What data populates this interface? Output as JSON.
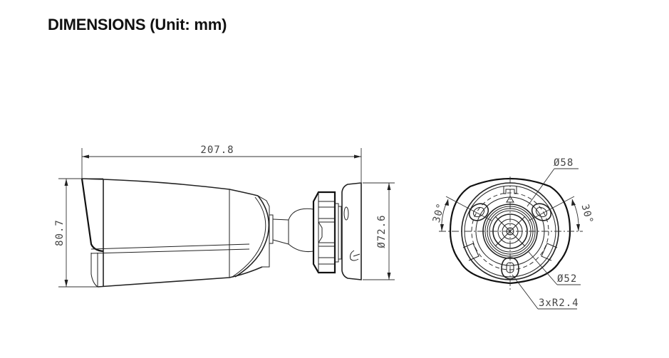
{
  "title": "DIMENSIONS (Unit: mm)",
  "side_view": {
    "overall_length": "207.8",
    "height": "80.7",
    "base_diameter": "Ø72.6"
  },
  "front_view": {
    "outer_diameter": "Ø58",
    "inner_diameter": "Ø52",
    "slot_radius": "3xR2.4",
    "angle_left": "30°",
    "angle_right": "30°"
  },
  "colors": {
    "line": "#222222",
    "text": "#444444",
    "title": "#111111"
  }
}
